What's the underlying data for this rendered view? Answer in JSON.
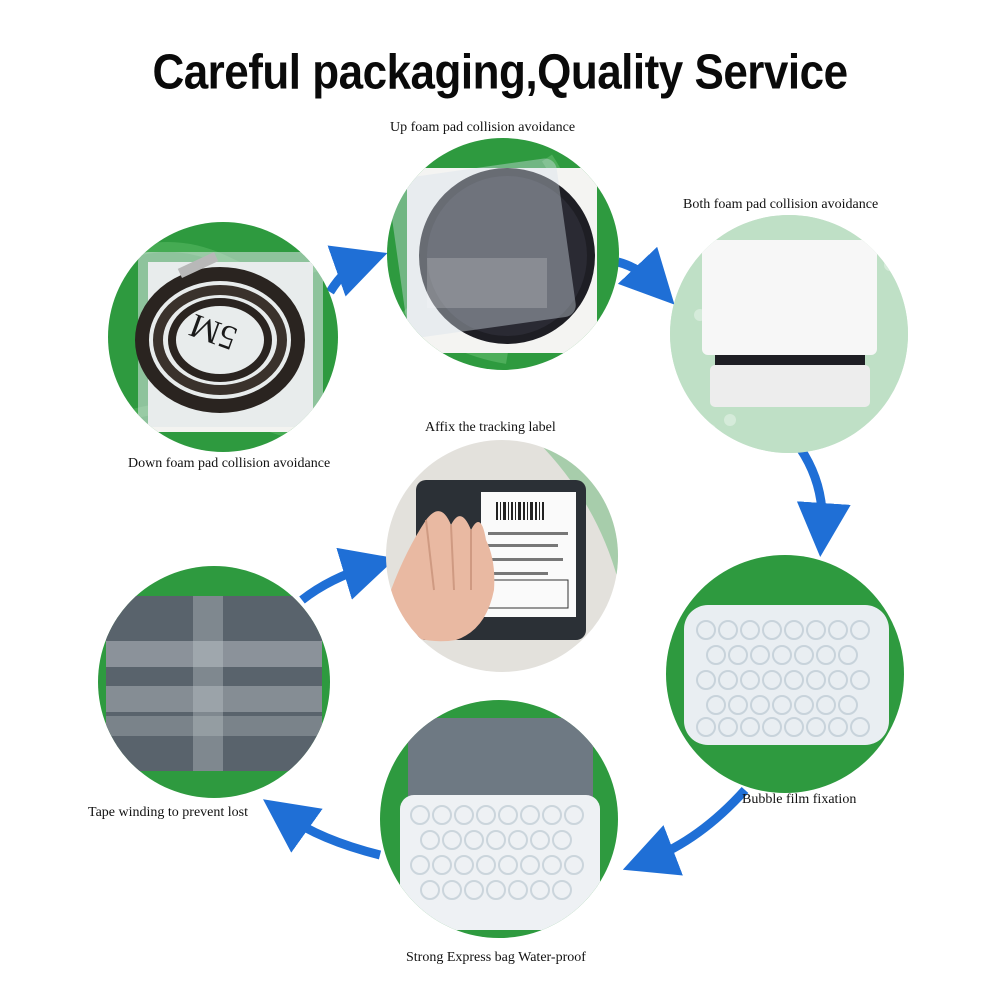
{
  "title": "Careful packaging,Quality Service",
  "accent_color": "#1f6fd6",
  "background_green": "#2e9a3f",
  "steps": [
    {
      "caption": "Down foam pad collision avoidance",
      "icon": "coiled-cable-in-bag"
    },
    {
      "caption": "Up foam pad collision avoidance",
      "icon": "bagged-antenna-disc"
    },
    {
      "caption": "Both foam pad collision avoidance",
      "icon": "white-foam-pads"
    },
    {
      "caption": "Bubble film fixation",
      "icon": "bubble-wrap-package"
    },
    {
      "caption": "Strong Express bag Water-proof",
      "icon": "express-bag-with-bubble-wrap"
    },
    {
      "caption": "Tape winding to prevent lost",
      "icon": "taped-grey-parcel"
    },
    {
      "caption": "Affix the tracking label",
      "icon": "hand-on-labelled-parcel"
    }
  ],
  "label_text": "5M"
}
